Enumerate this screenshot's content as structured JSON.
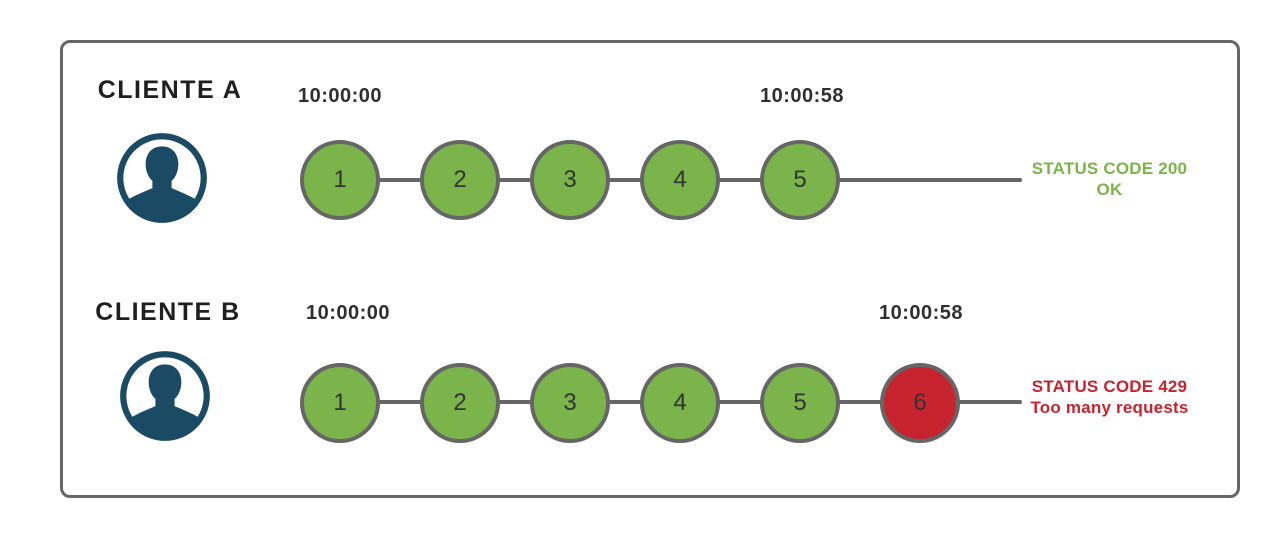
{
  "colors": {
    "success": "#7ab44a",
    "error": "#c8242f",
    "stroke": "#666666",
    "icon_navy": "#1b4a64",
    "text_dark": "#2f2f2f",
    "number": "#333333"
  },
  "rows": [
    {
      "label": "CLIENTE A",
      "start_time": "10:00:00",
      "end_time": "10:00:58",
      "requests": [
        "1",
        "2",
        "3",
        "4",
        "5"
      ],
      "status": {
        "line1": "STATUS CODE 200",
        "line2": "OK"
      }
    },
    {
      "label": "CLIENTE B",
      "start_time": "10:00:00",
      "end_time": "10:00:58",
      "requests": [
        "1",
        "2",
        "3",
        "4",
        "5",
        "6"
      ],
      "status": {
        "line1": "STATUS CODE 429",
        "line2": "Too many requests"
      }
    }
  ]
}
